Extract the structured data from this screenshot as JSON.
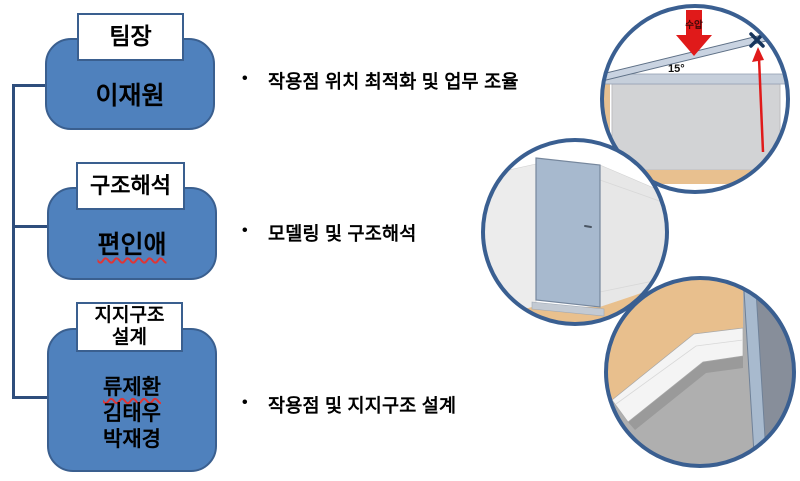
{
  "slide": {
    "background": "#FFFFFF"
  },
  "org_chart": {
    "connector_color": "#2F4E7C",
    "node_fill": "#4F81BD",
    "node_border": "#3A5F8F",
    "nodes": [
      {
        "role": "팀장",
        "members": [
          "이재원"
        ]
      },
      {
        "role": "구조해석",
        "members": [
          "편인애"
        ]
      },
      {
        "role": "지지구조 설계",
        "members": [
          "류제환",
          "김태우",
          "박재경"
        ]
      }
    ]
  },
  "bullets": {
    "glyph": "•",
    "items": [
      "작용점 위치 최적화 및 업무 조율",
      "모델링 및 구조해석",
      "작용점 및 지지구조 설계"
    ]
  },
  "illustrations": {
    "ring_color": "#3A5F91",
    "top_detail": {
      "angle_label": "15°",
      "force_label": "수압",
      "arrow_color": "#E01A1A",
      "panel_gray": "#D2D3D5",
      "floor_tan": "#E8C08F"
    },
    "door_detail": {
      "door_color": "#A7B9CE",
      "floor_tan": "#E9C08D"
    },
    "base_detail": {
      "strip_color": "#A8BACE",
      "floor_tan": "#E8BF8D",
      "floor_gray": "#AFAFAF"
    }
  }
}
